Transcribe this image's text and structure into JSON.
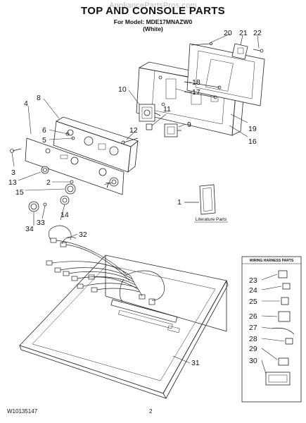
{
  "watermark": "AppliancePartsPros.com",
  "header": {
    "title": "TOP AND CONSOLE PARTS",
    "model_line": "For Model: MDE17MNAZW0",
    "color_line": "(White)"
  },
  "literature_label": "Literature Parts",
  "wiring_panel_title": "WIRING HARNESS PARTS",
  "callouts": {
    "c1": "1",
    "c2": "2",
    "c3": "3",
    "c4": "4",
    "c5": "5",
    "c6": "6",
    "c7": "7",
    "c8": "8",
    "c9": "9",
    "c10": "10",
    "c11": "11",
    "c12": "12",
    "c13": "13",
    "c14": "14",
    "c15": "15",
    "c16": "16",
    "c17": "17",
    "c18": "18",
    "c19": "19",
    "c20": "20",
    "c21": "21",
    "c22": "22",
    "c23": "23",
    "c24": "24",
    "c25": "25",
    "c26": "26",
    "c27": "27",
    "c28": "28",
    "c29": "29",
    "c30": "30",
    "c31": "31",
    "c32": "32",
    "c33": "33",
    "c34": "34"
  },
  "footer": {
    "doc_number": "W10135147",
    "page_number": "2"
  }
}
